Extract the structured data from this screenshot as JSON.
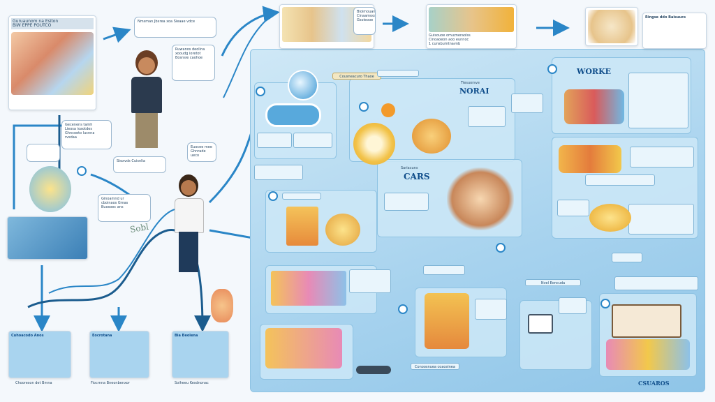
{
  "panels": {
    "topleft_card": "Guruaunom na Esiton\nBiW EPPE POUTCO",
    "bubble_1": "Nmsman Jbxrea xoa Sieaae vdce",
    "bubble_2": "Ruwanos deolina\nxooudg ioretot\nBosnsie caohoe",
    "bubble_3": "Gecenens tamh\nLieosa ioaotdes\nGhncoeto lucnna\nrvsdaa",
    "bubble_4": "Stoxvds Cuisnlia",
    "bubble_5": "Ginoamnd ur\ncboinaos Gmas\nBuosoec ans",
    "bubble_6": "Euocee mee\nGhnrade ueco",
    "top_mid": "Bioimouanaoes\nCinaamoosaibe\nGsoieooe",
    "top_right_1": "Guisouoe omuzneraolss\nCinoaoeon aoo eunnoc\n1 cunsbumtnavnb",
    "top_right_2": "Ringse ddo Baisuucs",
    "title_noral": "NORAI",
    "title_worke": "WORKE",
    "title_cars": "CARS",
    "title_noral_sub": "Tiesuorsve",
    "cars_sub": "Sariacuns",
    "label_waste": "Cousneacuro Thaoe",
    "label_nvel": "Nvel Eoncuda",
    "label_bottom": "Conoosnuea coaceinea",
    "footer_right": "CSUAROS",
    "bl_1": "Cuhoacodo Anos",
    "bl_2": "Eocrotana",
    "bl_3": "Bia Beolena",
    "bl_1b": "Chooreson det Bmna",
    "bl_2b": "Fiocrnna Bneonbenxor",
    "bl_3b": "Soiheeu Kesdnonac",
    "stick_text": "Sobl"
  },
  "colors": {
    "bg": "#f4f8fc",
    "panel": "#b9ddf2",
    "arrow": "#2a86c7",
    "dark_arrow": "#1b5c8e"
  }
}
